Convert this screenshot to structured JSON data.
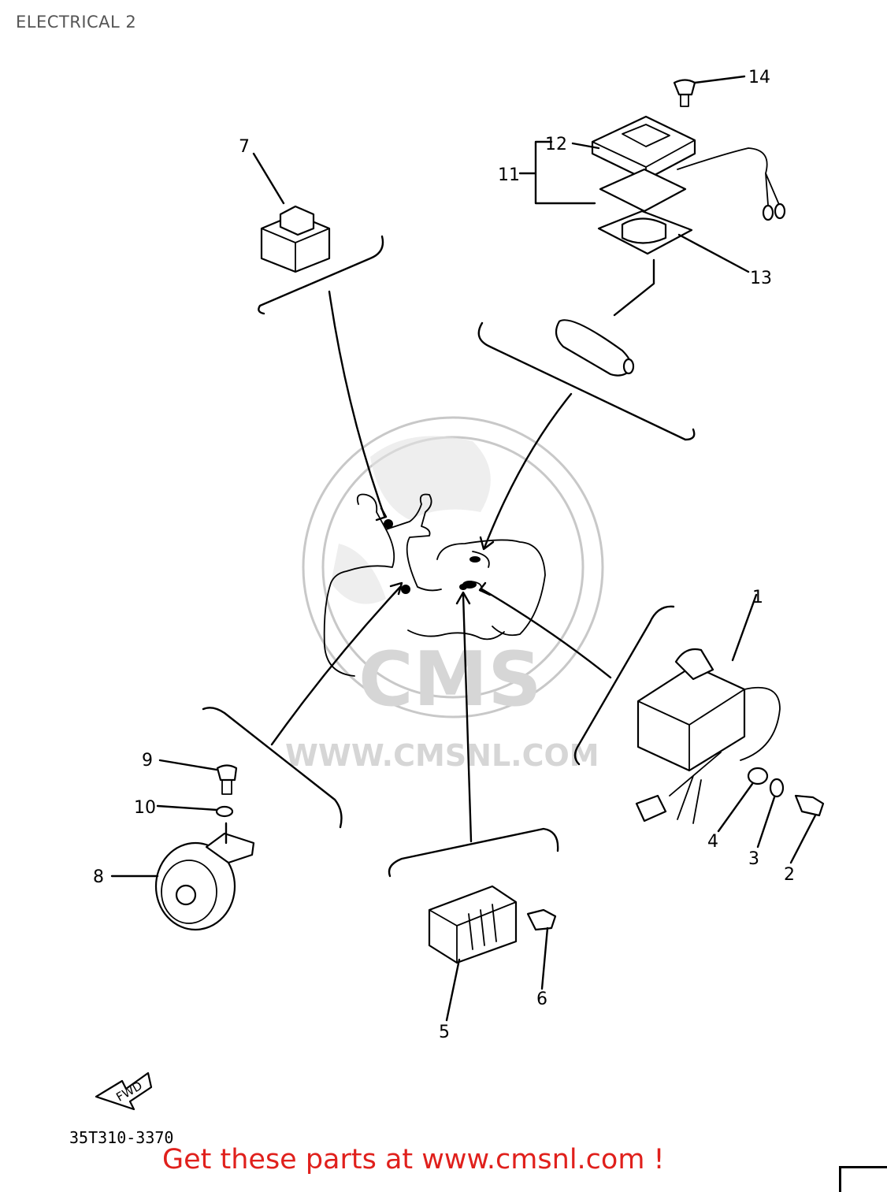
{
  "page": {
    "title": "ELECTRICAL 2",
    "part_code": "35T310-3370",
    "fwd_label": "FWD",
    "footer_link": "Get these parts at www.cmsnl.com !"
  },
  "watermark": {
    "logo_text": "CMS",
    "url_text": "WWW.CMSNL.COM"
  },
  "callouts": {
    "c1": "1",
    "c2": "2",
    "c3": "3",
    "c4": "4",
    "c5": "5",
    "c6": "6",
    "c7": "7",
    "c8": "8",
    "c9": "9",
    "c10": "10",
    "c11": "11",
    "c12": "12",
    "c13": "13",
    "c14": "14"
  }
}
